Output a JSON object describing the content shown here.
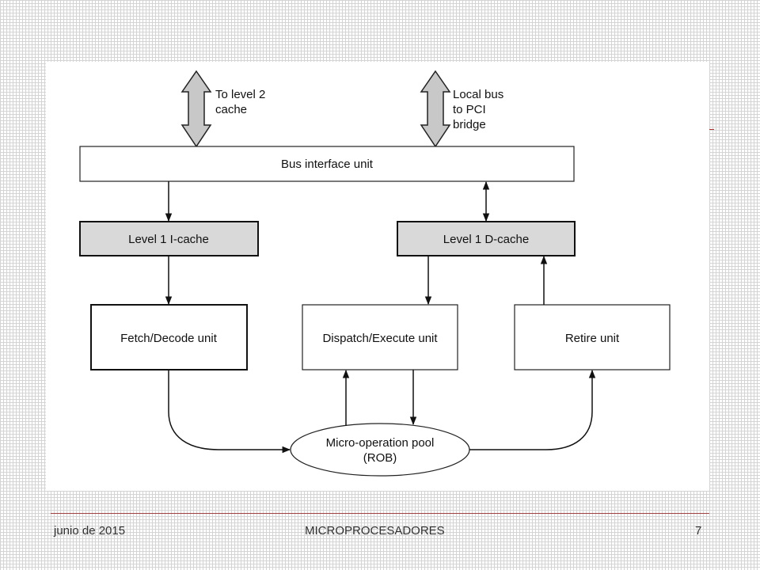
{
  "diagram": {
    "nodes": {
      "bus_interface": "Bus interface unit",
      "l1_icache": "Level 1 I-cache",
      "l1_dcache": "Level 1 D-cache",
      "fetch_decode": "Fetch/Decode unit",
      "dispatch_execute": "Dispatch/Execute unit",
      "retire": "Retire unit",
      "pool_line1": "Micro-operation pool",
      "pool_line2": "(ROB)"
    },
    "labels": {
      "l2_line1": "To level 2",
      "l2_line2": "cache",
      "pci_line1": "Local bus",
      "pci_line2": "to PCI",
      "pci_line3": "bridge"
    },
    "edges": [
      {
        "from": "To level 2 cache",
        "to": "Bus interface unit",
        "kind": "double"
      },
      {
        "from": "Local bus to PCI bridge",
        "to": "Bus interface unit",
        "kind": "double"
      },
      {
        "from": "Bus interface unit",
        "to": "Level 1 I-cache",
        "kind": "single"
      },
      {
        "from": "Bus interface unit",
        "to": "Level 1 D-cache",
        "kind": "double"
      },
      {
        "from": "Level 1 I-cache",
        "to": "Fetch/Decode unit",
        "kind": "single"
      },
      {
        "from": "Level 1 D-cache",
        "to": "Dispatch/Execute unit",
        "kind": "single"
      },
      {
        "from": "Retire unit",
        "to": "Level 1 D-cache",
        "kind": "single"
      },
      {
        "from": "Fetch/Decode unit",
        "to": "Micro-operation pool (ROB)",
        "kind": "single"
      },
      {
        "from": "Micro-operation pool (ROB)",
        "to": "Dispatch/Execute unit",
        "kind": "single"
      },
      {
        "from": "Dispatch/Execute unit",
        "to": "Micro-operation pool (ROB)",
        "kind": "single"
      },
      {
        "from": "Micro-operation pool (ROB)",
        "to": "Retire unit",
        "kind": "single"
      }
    ],
    "colors": {
      "cache_fill": "#d9d9d9",
      "arrow_fill": "#c8c8c8"
    }
  },
  "footer": {
    "date": "junio de 2015",
    "title": "MICROPROCESADORES",
    "page": "7"
  }
}
